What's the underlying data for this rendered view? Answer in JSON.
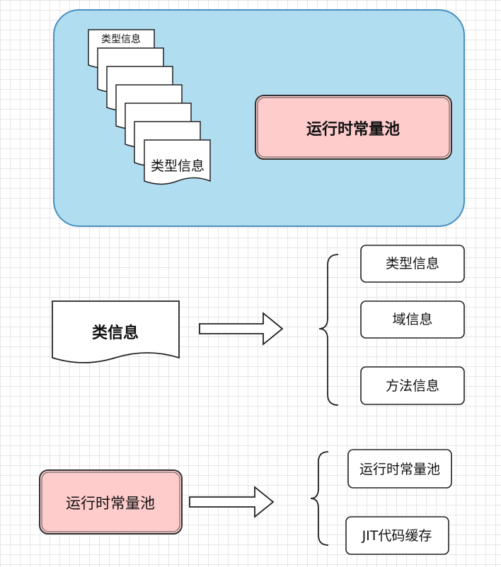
{
  "method_area": {
    "doc_stack_top_label": "类型信息",
    "doc_stack_front_label": "类型信息",
    "constant_pool_label": "运行时常量池"
  },
  "class_info": {
    "source_label": "类信息",
    "items": [
      "类型信息",
      "域信息",
      "方法信息"
    ]
  },
  "constant_pool": {
    "source_label": "运行时常量池",
    "items": [
      "运行时常量池",
      "JIT代码缓存"
    ]
  },
  "colors": {
    "container_fill": "#b1ddf0",
    "container_stroke": "#4a8fc0",
    "pink_fill": "#ffcccc",
    "stroke": "#333333"
  }
}
